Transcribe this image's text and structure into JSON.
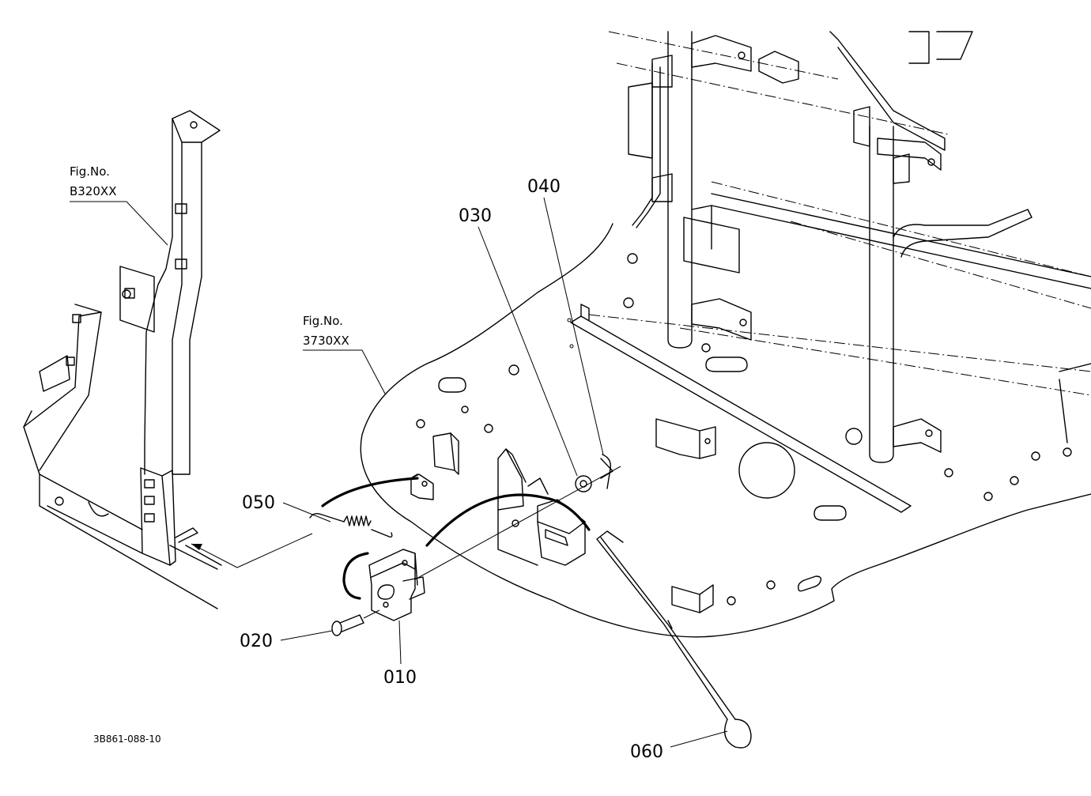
{
  "figure_refs": [
    {
      "line1": "Fig.No.",
      "line2": "B320XX"
    },
    {
      "line1": "Fig.No.",
      "line2": "3730XX"
    }
  ],
  "callouts": [
    {
      "code": "010",
      "part": "lock-bracket"
    },
    {
      "code": "020",
      "part": "pin"
    },
    {
      "code": "030",
      "part": "washer"
    },
    {
      "code": "040",
      "part": "snap-pin"
    },
    {
      "code": "050",
      "part": "spring"
    },
    {
      "code": "060",
      "part": "rod"
    }
  ],
  "drawing_code": "3B861-088-10"
}
